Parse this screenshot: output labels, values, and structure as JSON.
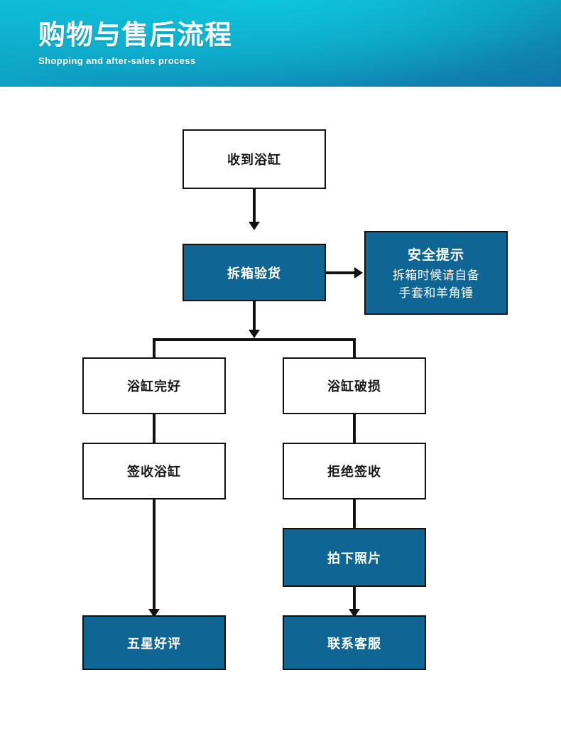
{
  "header": {
    "title": "购物与售后流程",
    "subtitle": "Shopping and after-sales process",
    "gradient_from": "#10b9d6",
    "gradient_to": "#1175a8"
  },
  "theme": {
    "accent_blue": "#0f6694",
    "line_color": "#111111",
    "box_fill_white": "#ffffff",
    "text_dark": "#1a1a1a",
    "text_light": "#ffffff"
  },
  "flowchart": {
    "type": "flowchart",
    "nodes": [
      {
        "id": "received",
        "label": "收到浴缸",
        "style": "white"
      },
      {
        "id": "unbox",
        "label": "拆箱验货",
        "style": "blue"
      },
      {
        "id": "safety",
        "label": "安全提示",
        "style": "note",
        "lines": [
          "拆箱时候请自备",
          "手套和羊角锤"
        ]
      },
      {
        "id": "intact",
        "label": "浴缸完好",
        "style": "white"
      },
      {
        "id": "damaged",
        "label": "浴缸破损",
        "style": "white"
      },
      {
        "id": "sign",
        "label": "签收浴缸",
        "style": "white"
      },
      {
        "id": "refuse",
        "label": "拒绝签收",
        "style": "white"
      },
      {
        "id": "photo",
        "label": "拍下照片",
        "style": "blue"
      },
      {
        "id": "review",
        "label": "五星好评",
        "style": "blue"
      },
      {
        "id": "support",
        "label": "联系客服",
        "style": "blue"
      }
    ],
    "edges": [
      {
        "from": "received",
        "to": "unbox",
        "kind": "down"
      },
      {
        "from": "unbox",
        "to": "safety",
        "kind": "right"
      },
      {
        "from": "unbox",
        "to": "intact",
        "kind": "split"
      },
      {
        "from": "unbox",
        "to": "damaged",
        "kind": "split"
      },
      {
        "from": "intact",
        "to": "sign",
        "kind": "down"
      },
      {
        "from": "damaged",
        "to": "refuse",
        "kind": "down"
      },
      {
        "from": "sign",
        "to": "review",
        "kind": "down"
      },
      {
        "from": "refuse",
        "to": "photo",
        "kind": "down"
      },
      {
        "from": "photo",
        "to": "support",
        "kind": "down"
      }
    ]
  }
}
